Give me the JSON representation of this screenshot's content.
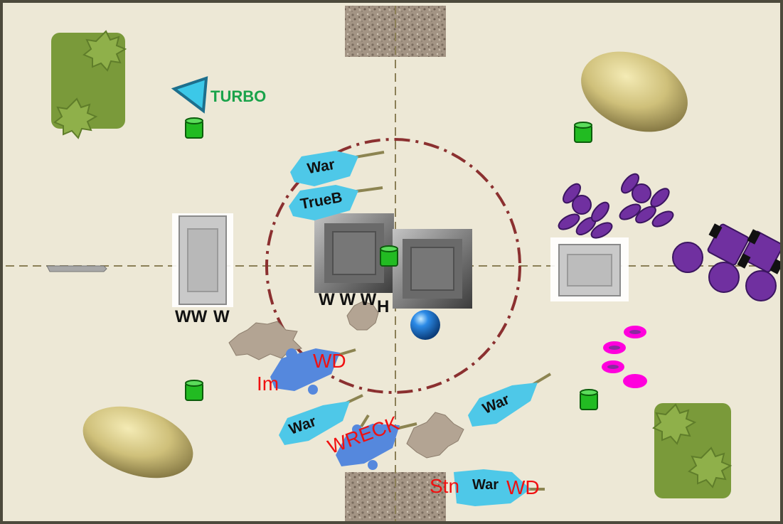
{
  "board": {
    "background": "#ede8d6",
    "border": "#4d4a3c",
    "centerline": "#8b7f57",
    "zone_ring_color": "#8b3030"
  },
  "turbo": {
    "label": "TURBO",
    "color": "#1aa34a",
    "icon": "triangle-turbo-icon"
  },
  "units": {
    "war_top": "War",
    "trueb": "TrueB",
    "war_right": "War",
    "war_left": "War",
    "war_bottom": "War",
    "colors": {
      "warrior": "#4ec8e8",
      "disabled": "#5588dd"
    }
  },
  "statuses": {
    "wd_left": "WD",
    "im": "Im",
    "wreck": "WRECK",
    "stn": "Stn",
    "wd_bottom": "WD",
    "color": "#f01010"
  },
  "markers": {
    "ww_left": "WW",
    "w_left": "W",
    "www_center": "W W W",
    "h_center": "H"
  },
  "pieces": {
    "objective_token_color": "#22bb22",
    "ball_color": "#1e6fd0",
    "purple_color": "#7030a0",
    "magenta_color": "#ff00dd",
    "forest_color": "#7a9a3a",
    "rock_color": "#cfc07a"
  }
}
